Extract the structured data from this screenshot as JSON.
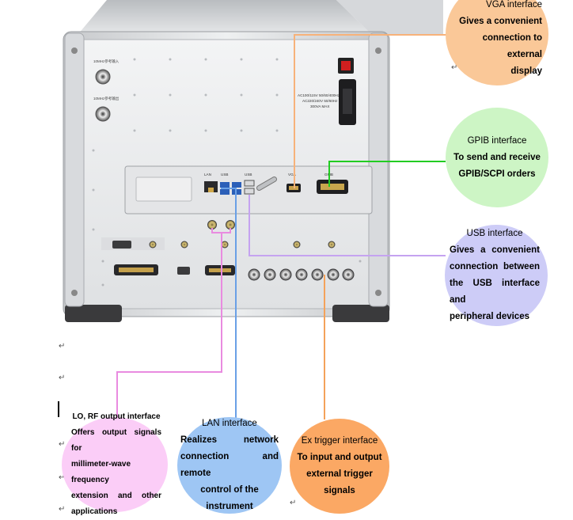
{
  "callouts": {
    "vga": {
      "title": "VGA interface",
      "desc": [
        "Gives a convenient",
        "connection to external",
        "display"
      ]
    },
    "gpib": {
      "title": "GPIB interface",
      "desc": [
        "To send and receive",
        "GPIB/SCPI orders"
      ]
    },
    "usb": {
      "title": "USB interface",
      "desc": [
        "Gives a convenient",
        "connection between",
        "the USB interface and",
        "peripheral devices"
      ]
    },
    "lo": {
      "title": "LO, RF output interface",
      "desc": [
        "Offers output signals for",
        "millimeter-wave frequency",
        "extension and other",
        "applications"
      ]
    },
    "lan": {
      "title": "LAN interface",
      "desc": [
        "Realizes network",
        "connection and remote",
        "control of the instrument"
      ]
    },
    "trig": {
      "title": "Ex trigger interface",
      "desc": [
        "To input and output",
        "external trigger signals"
      ]
    }
  },
  "panel_labels": {
    "power": [
      "AC100/115V 50/60/400Hz",
      "AC220/240V 50/60Hz",
      "300VA MAX"
    ],
    "lan": "LAN",
    "usb1": "USB",
    "usb2": "USB",
    "vga": "VGA",
    "gpib": "GPIB",
    "ref_in": "10MHz参考输入",
    "ref_out": "10MHz参考输出"
  },
  "colors": {
    "vga_line": "#f7b27a",
    "gpib_line": "#22cc22",
    "usb_line": "#c5a3f0",
    "lo_line": "#e98be0",
    "lan_line": "#6aa0e6",
    "trig_line": "#f4a25a"
  }
}
